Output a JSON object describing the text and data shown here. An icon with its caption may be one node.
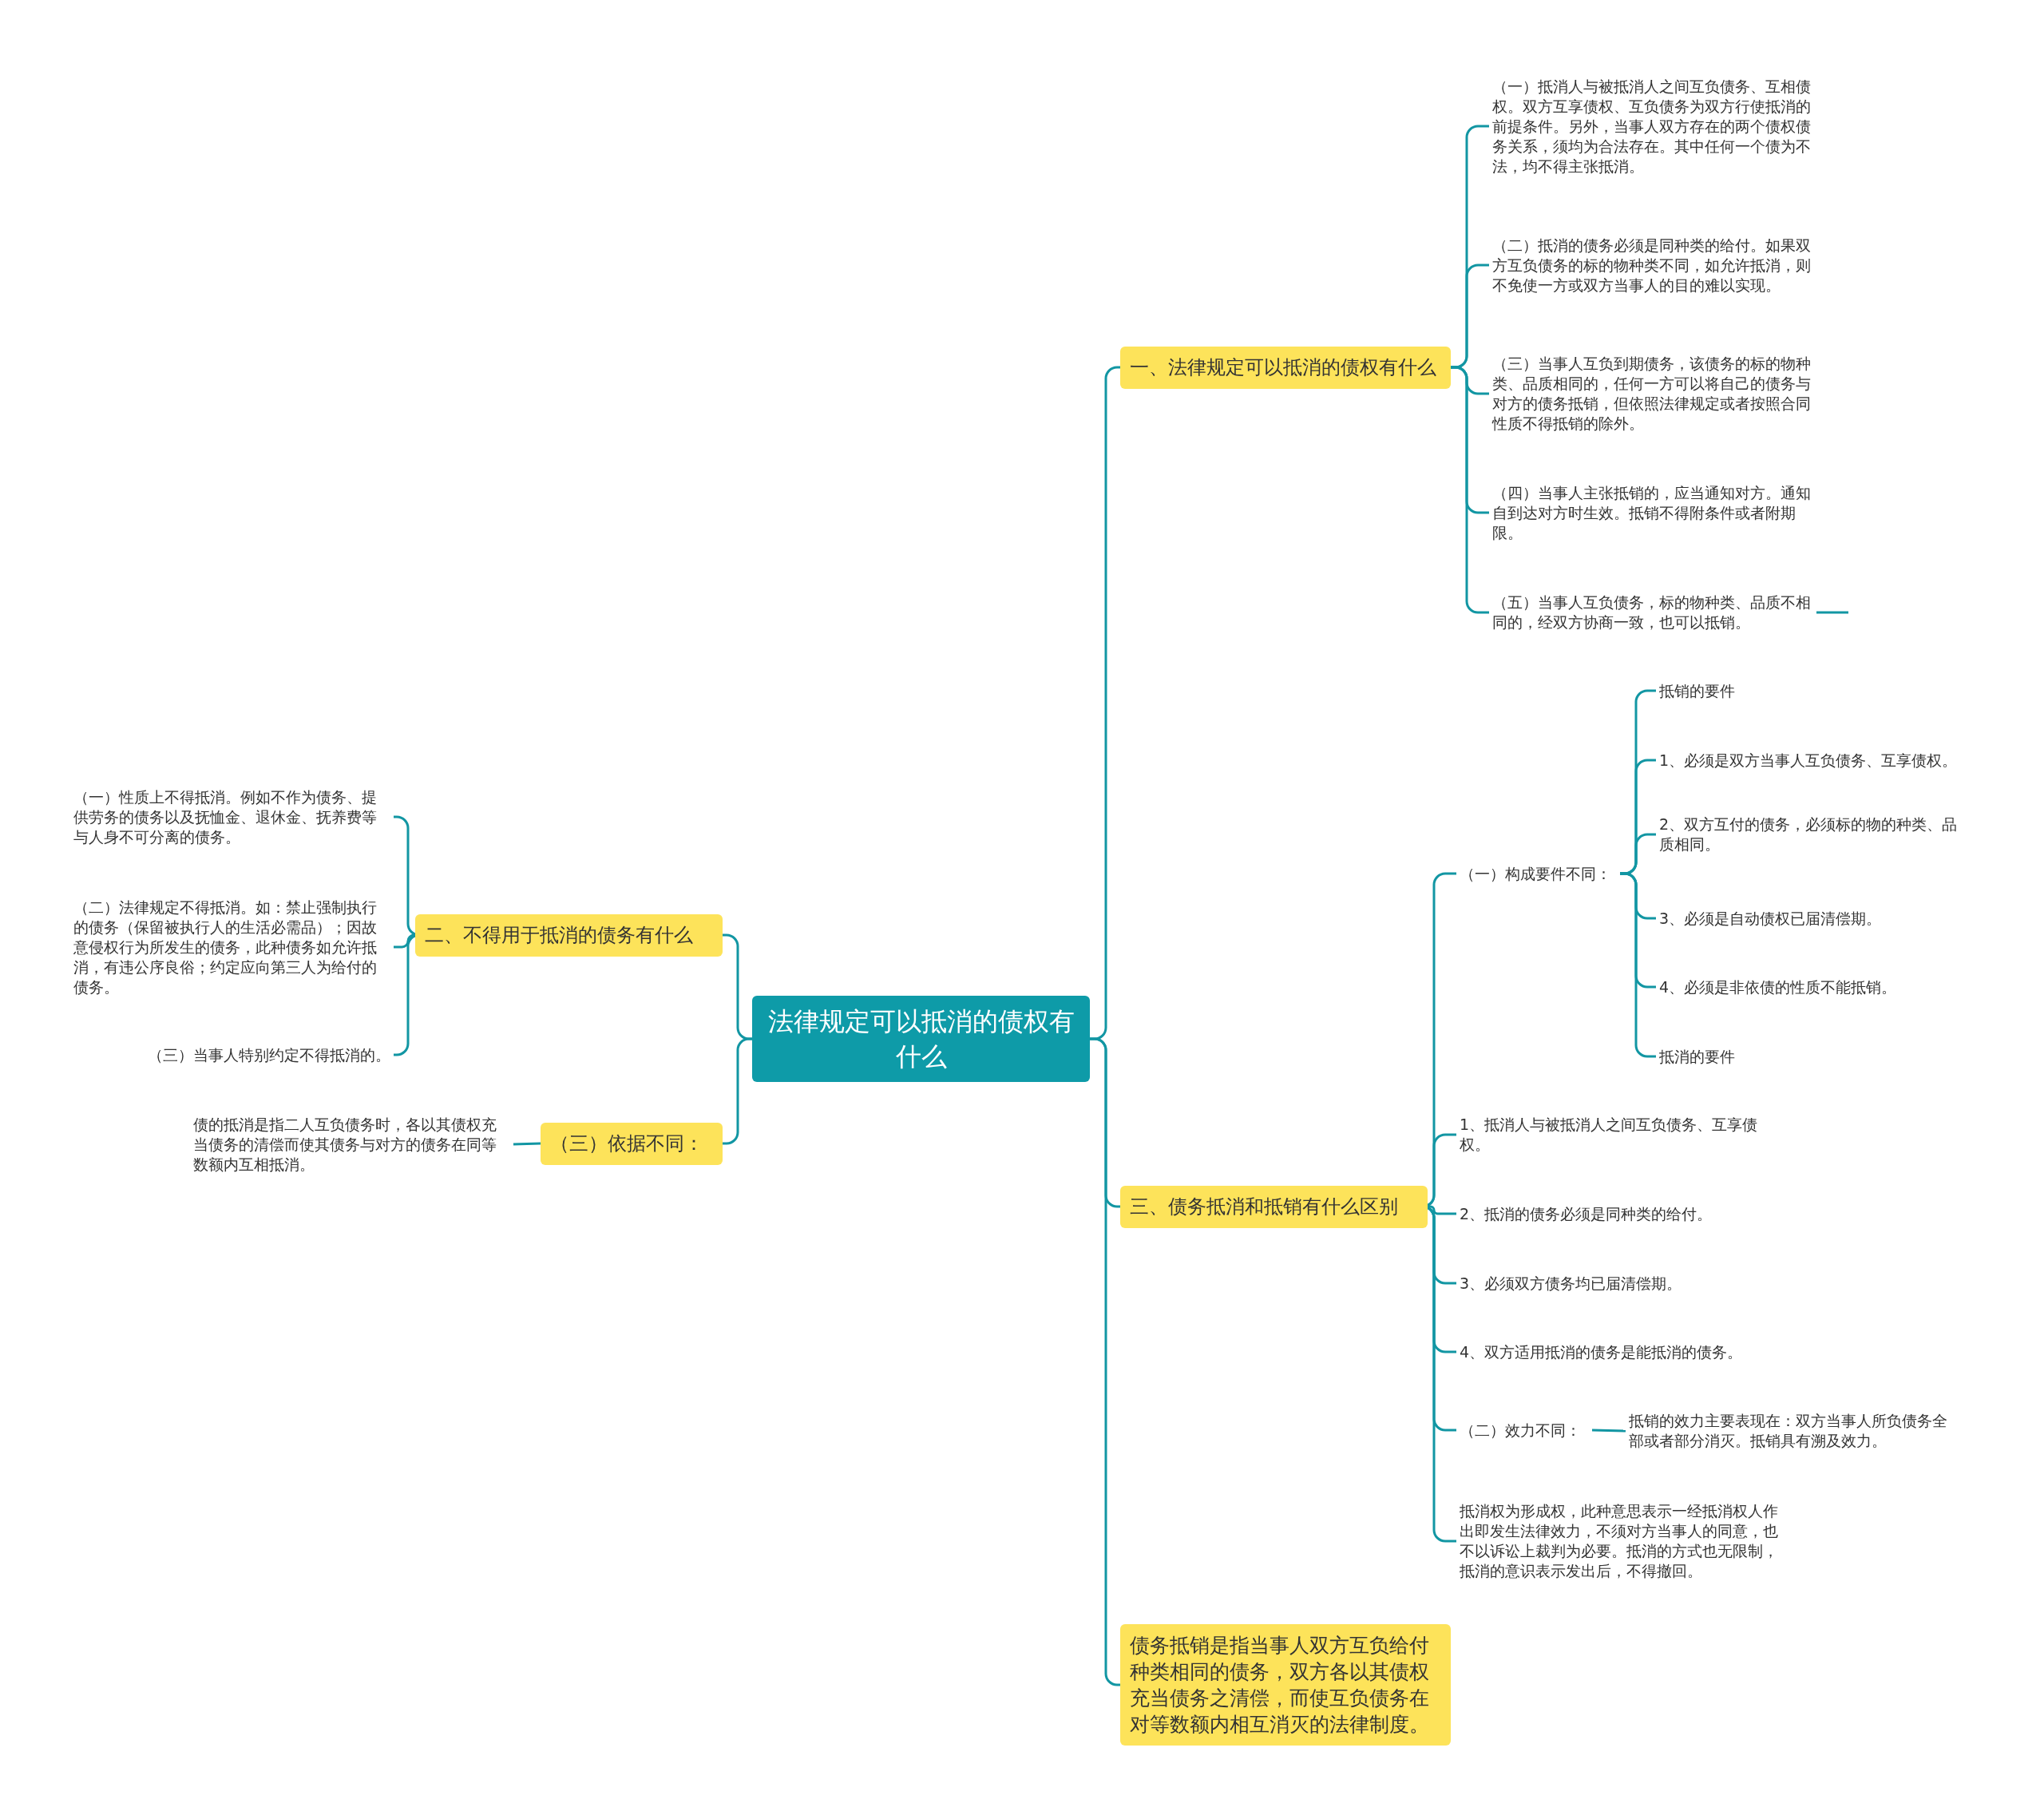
{
  "diagram": {
    "nodes": [
      {
        "text": [
          "法律规定可以抵消的债权有什么"
        ]
      },
      {
        "text": [
          "一、法律规定可以抵消的债权有什么"
        ]
      },
      {
        "text": [
          "（一）抵消人与被抵消人之间互负债务、互相债权。双方互享债权、互负债务为双方行使抵消的前提条件。另外，当事人双方存在的两个债权债务关系，须均为合法存在。其中任何一个债为不法，均不得主张抵消。"
        ]
      },
      {
        "text": [
          "（二）抵消的债务必须是同种类的给付。如果双方互负债务的标的物种类不同，如允许抵消，则不免使一方或双方当事人的目的难以实现。"
        ]
      },
      {
        "text": [
          "（三）当事人互负到期债务，该债务的标的物种类、品质相同的，任何一方可以将自己的债务与对方的债务抵销，但依照法律规定或者按照合同性质不得抵销的除外。"
        ]
      },
      {
        "text": [
          "（四）当事人主张抵销的，应当通知对方。通知自到达对方时生效。抵销不得附条件或者附期限。"
        ]
      },
      {
        "text": [
          "（五）当事人互负债务，标的物种类、品质不相同的，经双方协商一致，也可以抵销。"
        ]
      },
      {
        "text": [
          "三、债务抵消和抵销有什么区别"
        ]
      },
      {
        "text": [
          "（一）构成要件不同："
        ]
      },
      {
        "text": [
          "抵销的要件"
        ]
      },
      {
        "text": [
          "1、必须是双方当事人互负债务、互享债权。"
        ]
      },
      {
        "text": [
          "2、双方互付的债务，必须标的物的种类、品质相同。"
        ]
      },
      {
        "text": [
          "3、必须是自动债权已届清偿期。"
        ]
      },
      {
        "text": [
          "4、必须是非依债的性质不能抵销。"
        ]
      },
      {
        "text": [
          "抵消的要件"
        ]
      },
      {
        "text": [
          "1、抵消人与被抵消人之间互负债务、互享债权。"
        ]
      },
      {
        "text": [
          "2、抵消的债务必须是同种类的给付。"
        ]
      },
      {
        "text": [
          "3、必须双方债务均已届清偿期。"
        ]
      },
      {
        "text": [
          "4、双方适用抵消的债务是能抵消的债务。"
        ]
      },
      {
        "text": [
          "（二）效力不同："
        ]
      },
      {
        "text": [
          "抵销的效力主要表现在：双方当事人所负债务全部或者部分消灭。抵销具有溯及效力。"
        ]
      },
      {
        "text": [
          "抵消权为形成权，此种意思表示一经抵消权人作出即发生法律效力，不须对方当事人的同意，也不以诉讼上裁判为必要。抵消的方式也无限制，抵消的意识表示发出后，不得撤回。"
        ]
      },
      {
        "text": [
          "债务抵销是指当事人双方互负给付种类相同的债务，双方各以其债权充当债务之清偿，而使互负债务在对等数额内相互消灭的法律制度。"
        ]
      },
      {
        "text": [
          "二、不得用于抵消的债务有什么"
        ]
      },
      {
        "text": [
          "（一）性质上不得抵消。例如不作为债务、提供劳务的债务以及抚恤金、退休金、抚养费等与人身不可分离的债务。"
        ]
      },
      {
        "text": [
          "（二）法律规定不得抵消。如：禁止强制执行的债务（保留被执行人的生活必需品）；因故意侵权行为所发生的债务，此种债务如允许抵消，有违公序良俗；约定应向第三人为给付的债务。"
        ]
      },
      {
        "text": [
          "（三）当事人特别约定不得抵消的。"
        ]
      },
      {
        "text": [
          "（三）依据不同："
        ]
      },
      {
        "text": [
          "债的抵消是指二人互负债务时，各以其债权充当债务的清偿而使其债务与对方的债务在同等数额内互相抵消。"
        ]
      }
    ],
    "edges": [
      {
        "from": 0,
        "to": 1,
        "arrow": "none"
      },
      {
        "from": 1,
        "to": 2,
        "arrow": "none"
      },
      {
        "from": 1,
        "to": 3,
        "arrow": "none"
      },
      {
        "from": 1,
        "to": 4,
        "arrow": "none"
      },
      {
        "from": 1,
        "to": 5,
        "arrow": "none"
      },
      {
        "from": 1,
        "to": 6,
        "arrow": "none"
      },
      {
        "from": 6,
        "to": null,
        "arrow": "none"
      },
      {
        "from": 0,
        "to": 7,
        "arrow": "none"
      },
      {
        "from": 7,
        "to": 8,
        "arrow": "none"
      },
      {
        "from": 8,
        "to": 9,
        "arrow": "none"
      },
      {
        "from": 8,
        "to": 10,
        "arrow": "none"
      },
      {
        "from": 8,
        "to": 11,
        "arrow": "none"
      },
      {
        "from": 8,
        "to": 12,
        "arrow": "none"
      },
      {
        "from": 8,
        "to": 13,
        "arrow": "none"
      },
      {
        "from": 8,
        "to": 14,
        "arrow": "none"
      },
      {
        "from": 7,
        "to": 15,
        "arrow": "none"
      },
      {
        "from": 7,
        "to": 16,
        "arrow": "none"
      },
      {
        "from": 7,
        "to": 17,
        "arrow": "none"
      },
      {
        "from": 7,
        "to": 18,
        "arrow": "none"
      },
      {
        "from": 7,
        "to": 19,
        "arrow": "none"
      },
      {
        "from": 19,
        "to": 20,
        "arrow": "none"
      },
      {
        "from": 7,
        "to": 21,
        "arrow": "none"
      },
      {
        "from": 0,
        "to": 22,
        "arrow": "none"
      },
      {
        "from": 0,
        "to": 23,
        "arrow": "none"
      },
      {
        "from": 23,
        "to": 24,
        "arrow": "none"
      },
      {
        "from": 23,
        "to": 25,
        "arrow": "none"
      },
      {
        "from": 23,
        "to": 26,
        "arrow": "none"
      },
      {
        "from": 0,
        "to": 27,
        "arrow": "none"
      },
      {
        "from": 27,
        "to": 28,
        "arrow": "none"
      }
    ]
  }
}
